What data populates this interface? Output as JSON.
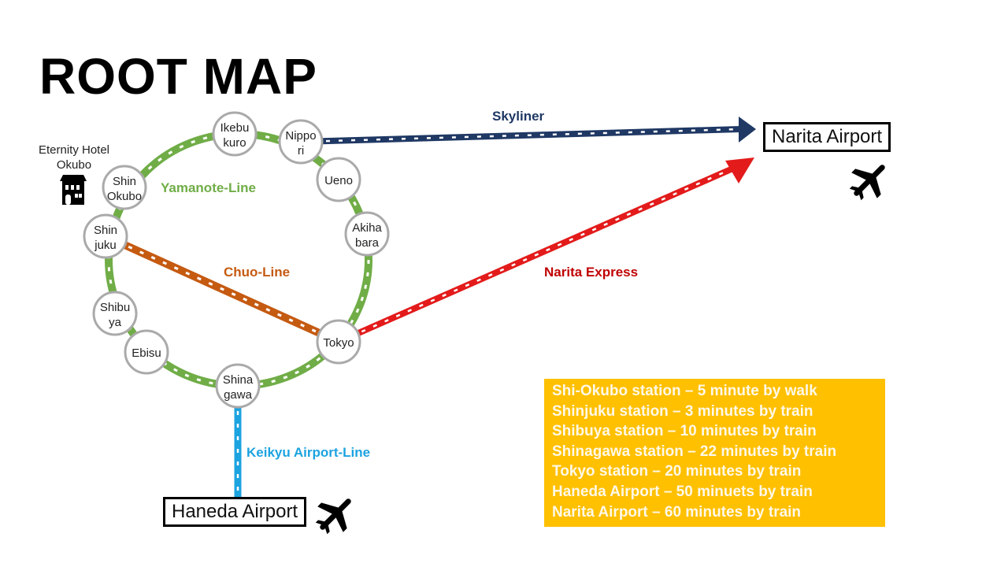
{
  "title": "ROOT MAP",
  "hotel": {
    "line1": "Eternity Hotel",
    "line2": "Okubo"
  },
  "lines": {
    "yamanote": "Yamanote-Line",
    "chuo": "Chuo-Line",
    "skyliner": "Skyliner",
    "narita_express": "Narita Express",
    "keikyu": "Keikyu Airport-Line"
  },
  "stations": [
    {
      "id": "ikebukuro",
      "l1": "Ikebu",
      "l2": "kuro"
    },
    {
      "id": "nippori",
      "l1": "Nippo",
      "l2": "ri"
    },
    {
      "id": "ueno",
      "l1": "Ueno",
      "l2": ""
    },
    {
      "id": "akihabara",
      "l1": "Akiha",
      "l2": "bara"
    },
    {
      "id": "tokyo",
      "l1": "Tokyo",
      "l2": ""
    },
    {
      "id": "shinagawa",
      "l1": "Shina",
      "l2": "gawa"
    },
    {
      "id": "ebisu",
      "l1": "Ebisu",
      "l2": ""
    },
    {
      "id": "shibuya",
      "l1": "Shibu",
      "l2": "ya"
    },
    {
      "id": "shinjuku",
      "l1": "Shin",
      "l2": "juku"
    },
    {
      "id": "shin-okubo",
      "l1": "Shin",
      "l2": "Okubo"
    }
  ],
  "airports": {
    "narita": "Narita Airport",
    "haneda": "Haneda Airport"
  },
  "info": [
    "Shi-Okubo station – 5 minute by walk",
    "Shinjuku station – 3 minutes by train",
    "Shibuya station – 10 minutes by train",
    "Shinagawa station – 22 minutes by train",
    "Tokyo station – 20 minutes by train",
    "Haneda Airport – 50 minuets by train",
    "Narita Airport – 60 minutes by train"
  ],
  "colors": {
    "yamanote": "#70ad47",
    "chuo": "#c55a11",
    "skyliner": "#1f3864",
    "narita_express": "#e31b1b",
    "keikyu": "#1ca3e0",
    "info_bg": "#ffc000"
  }
}
